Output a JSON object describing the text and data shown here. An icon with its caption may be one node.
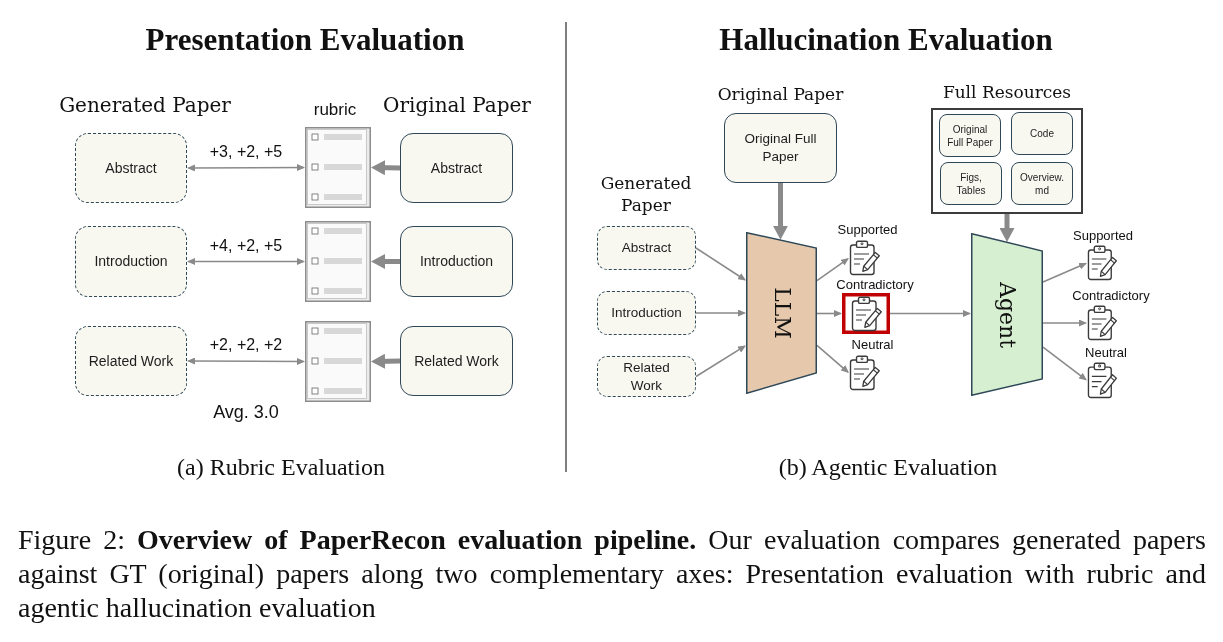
{
  "diagram": {
    "caption": "Figure 2: **Overview of PaperRecon evaluation pipeline.** Our evaluation compares generated papers against GT (original) papers along two complementary axes: Presentation evaluation with rubric and agentic hallucination evaluation",
    "nodes": [
      {
        "text": [
          "Abstract"
        ]
      },
      {
        "text": [],
        "shape": "picture"
      },
      {
        "text": [
          "Abstract"
        ]
      },
      {
        "text": [
          "Introduction"
        ]
      },
      {
        "text": [],
        "shape": "picture"
      },
      {
        "text": [
          "Introduction"
        ]
      },
      {
        "text": [
          "Related Work"
        ]
      },
      {
        "text": [],
        "shape": "picture"
      },
      {
        "text": [
          "Related Work"
        ]
      },
      {
        "text": [
          "Original Paper",
          "Original Full Paper"
        ]
      },
      {
        "text": [
          "Full Resources"
        ]
      },
      {
        "text": [
          "Original Full Paper"
        ],
        "in": 10
      },
      {
        "text": [
          "Code"
        ],
        "in": 10
      },
      {
        "text": [
          "Figs, Tables"
        ],
        "in": 10
      },
      {
        "text": [
          "Overview. md"
        ],
        "in": 10
      },
      {
        "text": [
          "Abstract"
        ]
      },
      {
        "text": [
          "Introduction"
        ]
      },
      {
        "text": [
          "Related Work"
        ]
      },
      {
        "text": [
          "LLM"
        ]
      },
      {
        "text": [],
        "shape": "picture",
        "beside": [
          "Supported"
        ]
      },
      {
        "text": [],
        "shape": "picture",
        "beside": [
          "Contradictory"
        ]
      },
      {
        "text": [],
        "shape": "picture",
        "beside": [
          "Neutral"
        ]
      },
      {
        "text": [
          "Agent"
        ]
      },
      {
        "text": [],
        "shape": "picture",
        "beside": [
          "Supported"
        ]
      },
      {
        "text": [],
        "shape": "picture",
        "beside": [
          "Contradictory"
        ]
      },
      {
        "text": [],
        "shape": "picture",
        "beside": [
          "Neutral"
        ]
      }
    ],
    "edges": [
      {
        "from": 0,
        "to": 1,
        "arrow": "both",
        "label": "+3, +2, +5"
      },
      {
        "from": 2,
        "to": 1,
        "arrow": "to",
        "style": "thick"
      },
      {
        "from": 3,
        "to": 4,
        "arrow": "both",
        "label": "+4, +2, +5"
      },
      {
        "from": 5,
        "to": 4,
        "arrow": "to",
        "style": "thick"
      },
      {
        "from": 6,
        "to": 7,
        "arrow": "both",
        "label": "+2, +2, +2"
      },
      {
        "from": 8,
        "to": 7,
        "arrow": "to",
        "style": "thick"
      },
      {
        "from": 9,
        "to": 18,
        "arrow": "to",
        "style": "thick"
      },
      {
        "from": 15,
        "to": 18,
        "arrow": "to"
      },
      {
        "from": 16,
        "to": 18,
        "arrow": "to"
      },
      {
        "from": 17,
        "to": 18,
        "arrow": "to"
      },
      {
        "from": 18,
        "to": 19,
        "arrow": "to"
      },
      {
        "from": 18,
        "to": 20,
        "arrow": "to"
      },
      {
        "from": 18,
        "to": 21,
        "arrow": "to"
      },
      {
        "from": 20,
        "to": 22,
        "arrow": "to"
      },
      {
        "from": 10,
        "to": 22,
        "arrow": "to",
        "style": "thick"
      },
      {
        "from": 22,
        "to": 23,
        "arrow": "to"
      },
      {
        "from": 22,
        "to": 24,
        "arrow": "to"
      },
      {
        "from": 22,
        "to": 25,
        "arrow": "to"
      }
    ],
    "labels": [
      "Presentation Evaluation",
      "Generated Paper",
      "rubric",
      "Original Paper",
      "Avg. 3.0",
      "(a) Rubric Evaluation",
      "Hallucination Evaluation",
      "Generated Paper",
      "(b) Agentic Evaluation"
    ]
  }
}
